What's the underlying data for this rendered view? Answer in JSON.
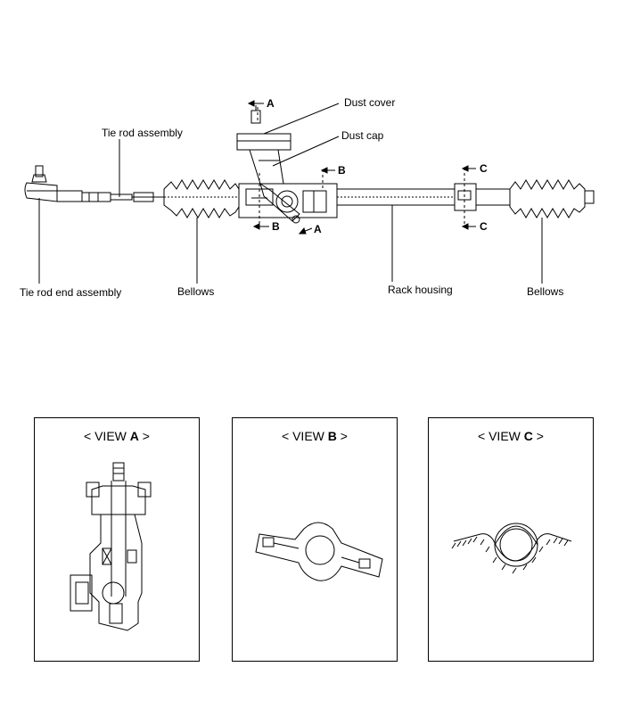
{
  "labels": {
    "dust_cover": "Dust cover",
    "dust_cap": "Dust cap",
    "tie_rod_assembly": "Tie rod assembly",
    "tie_rod_end_assembly": "Tie rod end assembly",
    "bellows_left": "Bellows",
    "rack_housing": "Rack housing",
    "bellows_right": "Bellows"
  },
  "section_markers": {
    "a_top": "A",
    "a_bottom": "A",
    "b_top": "B",
    "b_bottom": "B",
    "c_top": "C",
    "c_bottom": "C"
  },
  "views": [
    {
      "prefix": "< VIEW ",
      "letter": "A",
      "suffix": " >"
    },
    {
      "prefix": "< VIEW ",
      "letter": "B",
      "suffix": " >"
    },
    {
      "prefix": "< VIEW ",
      "letter": "C",
      "suffix": " >"
    }
  ]
}
